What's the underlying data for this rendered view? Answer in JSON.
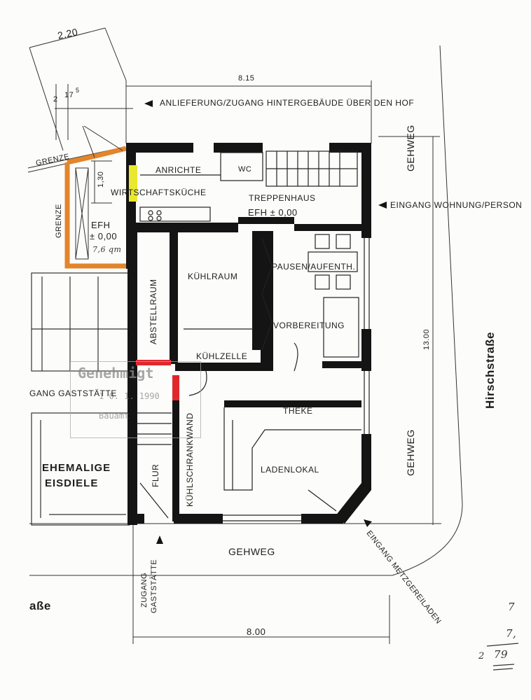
{
  "dimensions": {
    "top_width": "8.15",
    "bottom_width": "8.00",
    "right_depth": "13.00",
    "skew_width": "2.20",
    "dim_2": "2",
    "dim_17": "17",
    "dim_5": "5",
    "dim_130": "1,30"
  },
  "annotations": {
    "delivery": "ANLIEFERUNG/ZUGANG HINTERGEBÄUDE ÜBER DEN HOF",
    "entrance_apartment": "EINGANG WOHNUNG/PERSON",
    "entrance_butcher": "EINGANG METZGEREILADEN",
    "entrance_restaurant": "GANG GASTSTÄTTE",
    "access_restaurant_1": "ZUGANG",
    "access_restaurant_2": "GASTSTÄTTE"
  },
  "rooms": {
    "anrichte": "ANRICHTE",
    "wc": "WC",
    "wirtschaftskueche": "WIRTSCHAFTSKÜCHE",
    "treppenhaus": "TREPPENHAUS",
    "efh_stair": "EFH  ± 0,00",
    "efh_yard_1": "EFH",
    "efh_yard_2": "± 0,00",
    "kuehlraum": "KÜHLRAUM",
    "pausen": "PAUSEN/AUFENTH.",
    "vorbereitung": "VORBEREITUNG",
    "abstellraum": "ABSTELLRAUM",
    "kuehlzelle": "KÜHLZELLE",
    "theke": "THEKE",
    "ladenlokal": "LADENLOKAL",
    "kuehlschrankwand": "KÜHLSCHRANKWAND",
    "flur": "FLUR",
    "eisdiele_1": "EHEMALIGE",
    "eisdiele_2": "EISDIELE"
  },
  "streets": {
    "gehweg_top": "GEHWEG",
    "gehweg_mid": "GEHWEG",
    "gehweg_bottom": "GEHWEG",
    "hirschstrasse": "Hirschstraße",
    "strasse_fragment": "aße",
    "grenze_1": "GRENZE",
    "grenze_2": "GRENZE"
  },
  "handwritten": {
    "area": "7,6 qm",
    "note_1": "7",
    "note_2": "7,",
    "note_3": "79",
    "note_4": "2"
  },
  "stamp": {
    "line1": "Genehmigt",
    "line2": "1 0. 1. 1990",
    "line3": "Bauamt"
  },
  "colors": {
    "wall": "#141414",
    "orange_wall": "#e3852b",
    "yellow_mark": "#e9e72e",
    "red_mark": "#e0272e",
    "paper": "#fcfcfa"
  }
}
